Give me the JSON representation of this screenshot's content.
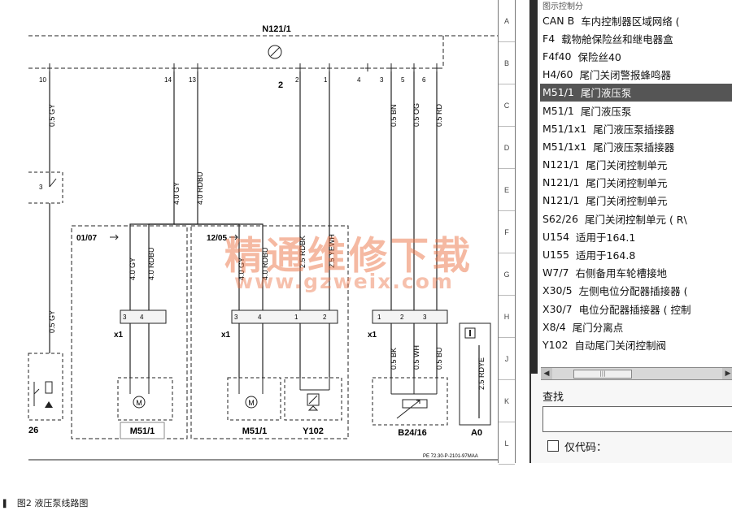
{
  "diagram": {
    "control_unit": "N121/1",
    "top_pins": [
      "10",
      "14",
      "13",
      "2",
      "1",
      "4",
      "3",
      "5",
      "6"
    ],
    "pin_group_label": "2",
    "wires": {
      "left": "0.5 GY",
      "center_a": "4.0 GY",
      "center_b": "4.0 RDBU",
      "mid_a": "2.5 RDBK",
      "mid_b": "2.5 YEWH",
      "right_a": "0.5 BN",
      "right_b": "0.5 OG",
      "right_c": "0.5 RD",
      "low_left": "0.5 GY",
      "b1": "4.0 GY",
      "b1b": "4.0 RDBU",
      "b2": "4.0 GY",
      "b2b": "4.0 RDBU",
      "s1": "0.5 BK",
      "s2": "0.5 WH",
      "s3": "0.5 BU",
      "a0": "2.5 RDYE"
    },
    "box_labels": {
      "left": "01/07",
      "right": "12/05"
    },
    "connector_label": "x1",
    "connector_pins": {
      "c1": [
        "3",
        "4"
      ],
      "c2": [
        "3",
        "4",
        "1",
        "2"
      ],
      "c3": [
        "1",
        "2",
        "3"
      ]
    },
    "left_pin": "3",
    "components": {
      "m1": "M51/1",
      "m2": "M51/1",
      "y": "Y102",
      "b": "B24/16",
      "a0": "A0",
      "left_edge": "26"
    },
    "motor_symbol": "M",
    "footer_ref": "PE 72.30-P-2101-97MAA",
    "grid_rows": [
      "A",
      "B",
      "C",
      "D",
      "E",
      "F",
      "G",
      "H",
      "J",
      "K",
      "L"
    ]
  },
  "panel": {
    "cut_top_text": "图示控制分",
    "items": [
      {
        "code": "CAN B",
        "desc": "车内控制器区域网络 ("
      },
      {
        "code": "F4",
        "desc": "载物舱保险丝和继电器盒"
      },
      {
        "code": "F4f40",
        "desc": "保险丝40"
      },
      {
        "code": "H4/60",
        "desc": "尾门关闭警报蜂鸣器"
      },
      {
        "code": "M51/1",
        "desc": "尾门液压泵",
        "selected": true
      },
      {
        "code": "M51/1",
        "desc": "尾门液压泵"
      },
      {
        "code": "M51/1x1",
        "desc": "尾门液压泵插接器"
      },
      {
        "code": "M51/1x1",
        "desc": "尾门液压泵插接器"
      },
      {
        "code": "N121/1",
        "desc": "尾门关闭控制单元"
      },
      {
        "code": "N121/1",
        "desc": "尾门关闭控制单元"
      },
      {
        "code": "N121/1",
        "desc": "尾门关闭控制单元"
      },
      {
        "code": "S62/26",
        "desc": "尾门关闭控制单元 ( R\\"
      },
      {
        "code": "U154",
        "desc": "适用于164.1"
      },
      {
        "code": "U155",
        "desc": "适用于164.8"
      },
      {
        "code": "W7/7",
        "desc": "右侧备用车轮槽接地"
      },
      {
        "code": "X30/5",
        "desc": "左侧电位分配器插接器 ("
      },
      {
        "code": "X30/7",
        "desc": "电位分配器插接器 ( 控制"
      },
      {
        "code": "X8/4",
        "desc": "尾门分离点"
      },
      {
        "code": "Y102",
        "desc": "自动尾门关闭控制阀"
      }
    ],
    "scroll_left": "◀",
    "scroll_right": "▶",
    "scroll_thumb": "|||",
    "search_label": "查找",
    "search_value": "",
    "checkbox_label": "仅代码："
  },
  "watermark": {
    "cn": "精通维修下载",
    "url": "www.gzweix.com"
  },
  "caption": {
    "marker": "▌",
    "text": "图2  液压泵线路图"
  }
}
